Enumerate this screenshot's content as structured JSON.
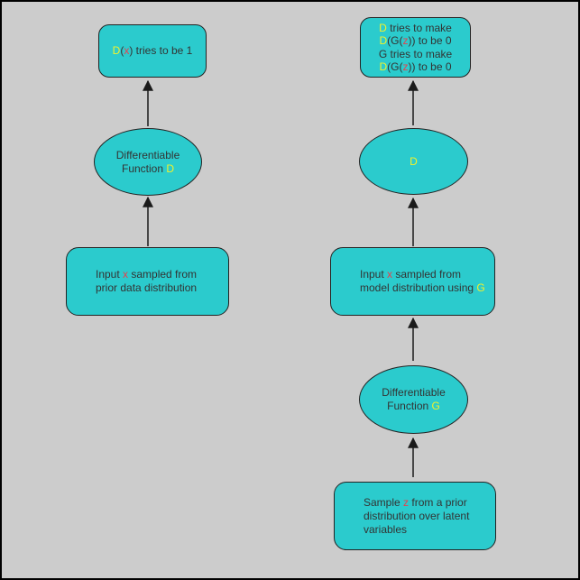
{
  "palette": {
    "teal": "#2bcbcd",
    "yellow": "#f2f22b",
    "red": "#e8414c",
    "text": "#333333",
    "background": "#cccccc",
    "shape_border": "#232323",
    "arrow": "#1a1a1a"
  },
  "diagram": {
    "title": "GAN training flow diagram",
    "left_column": {
      "goal_box": {
        "lines": [
          [
            {
              "t": "D",
              "c": "yellow"
            },
            {
              "t": "(",
              "c": "text"
            },
            {
              "t": "x",
              "c": "red"
            },
            {
              "t": ") tries to be 1",
              "c": "text"
            }
          ]
        ]
      },
      "discriminator_ellipse": {
        "lines": [
          [
            {
              "t": "Differentiable",
              "c": "text"
            }
          ],
          [
            {
              "t": "Function ",
              "c": "text"
            },
            {
              "t": "D",
              "c": "yellow"
            }
          ]
        ]
      },
      "input_box": {
        "lines": [
          [
            {
              "t": "Input ",
              "c": "text"
            },
            {
              "t": "x",
              "c": "red"
            },
            {
              "t": " sampled from",
              "c": "text"
            }
          ],
          [
            {
              "t": "prior data distribution",
              "c": "text"
            }
          ]
        ]
      }
    },
    "right_column": {
      "goal_box": {
        "lines": [
          [
            {
              "t": "D",
              "c": "yellow"
            },
            {
              "t": " tries to make",
              "c": "text"
            }
          ],
          [
            {
              "t": "D",
              "c": "yellow"
            },
            {
              "t": "(G(",
              "c": "text"
            },
            {
              "t": "z",
              "c": "red"
            },
            {
              "t": ")) to be 0",
              "c": "text"
            }
          ],
          [
            {
              "t": "G tries to make",
              "c": "text"
            }
          ],
          [
            {
              "t": "D",
              "c": "yellow"
            },
            {
              "t": "(G(",
              "c": "text"
            },
            {
              "t": "z",
              "c": "red"
            },
            {
              "t": ")) to be 0",
              "c": "text"
            }
          ]
        ]
      },
      "discriminator_ellipse": {
        "lines": [
          [
            {
              "t": "D",
              "c": "yellow"
            }
          ]
        ]
      },
      "input_box": {
        "lines": [
          [
            {
              "t": "Input ",
              "c": "text"
            },
            {
              "t": "x",
              "c": "red"
            },
            {
              "t": " sampled from",
              "c": "text"
            }
          ],
          [
            {
              "t": "model distribution using ",
              "c": "text"
            },
            {
              "t": "G",
              "c": "yellow"
            }
          ]
        ]
      },
      "generator_ellipse": {
        "lines": [
          [
            {
              "t": "Differentiable",
              "c": "text"
            }
          ],
          [
            {
              "t": "Function ",
              "c": "text"
            },
            {
              "t": "G",
              "c": "yellow"
            }
          ]
        ]
      },
      "sample_box": {
        "lines": [
          [
            {
              "t": "Sample ",
              "c": "text"
            },
            {
              "t": "z",
              "c": "red"
            },
            {
              "t": " from a prior",
              "c": "text"
            }
          ],
          [
            {
              "t": "distribution over latent",
              "c": "text"
            }
          ],
          [
            {
              "t": "variables",
              "c": "text"
            }
          ]
        ]
      }
    }
  }
}
